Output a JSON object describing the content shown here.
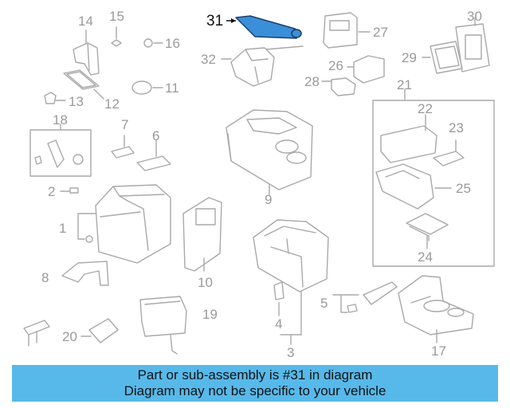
{
  "colors": {
    "highlight": "#3a8fd8",
    "line": "#a9a9a9",
    "banner": "#57b9ea"
  },
  "callouts": [
    {
      "id": "1",
      "label": "1"
    },
    {
      "id": "2",
      "label": "2"
    },
    {
      "id": "3",
      "label": "3"
    },
    {
      "id": "4",
      "label": "4"
    },
    {
      "id": "5",
      "label": "5"
    },
    {
      "id": "6",
      "label": "6"
    },
    {
      "id": "7",
      "label": "7"
    },
    {
      "id": "8",
      "label": "8"
    },
    {
      "id": "9",
      "label": "9"
    },
    {
      "id": "10",
      "label": "10"
    },
    {
      "id": "11",
      "label": "11"
    },
    {
      "id": "12",
      "label": "12"
    },
    {
      "id": "13",
      "label": "13"
    },
    {
      "id": "14",
      "label": "14"
    },
    {
      "id": "15",
      "label": "15"
    },
    {
      "id": "16",
      "label": "16"
    },
    {
      "id": "17",
      "label": "17"
    },
    {
      "id": "18",
      "label": "18"
    },
    {
      "id": "19",
      "label": "19"
    },
    {
      "id": "20",
      "label": "20"
    },
    {
      "id": "21",
      "label": "21"
    },
    {
      "id": "22",
      "label": "22"
    },
    {
      "id": "23",
      "label": "23"
    },
    {
      "id": "24",
      "label": "24"
    },
    {
      "id": "25",
      "label": "25"
    },
    {
      "id": "26",
      "label": "26"
    },
    {
      "id": "27",
      "label": "27"
    },
    {
      "id": "28",
      "label": "28"
    },
    {
      "id": "29",
      "label": "29"
    },
    {
      "id": "30",
      "label": "30"
    },
    {
      "id": "31",
      "label": "31"
    },
    {
      "id": "32",
      "label": "32"
    }
  ],
  "highlighted_part": "31",
  "banner": {
    "line1": "Part or sub-assembly is #31 in diagram",
    "line2": "Diagram may not be specific to your vehicle"
  }
}
